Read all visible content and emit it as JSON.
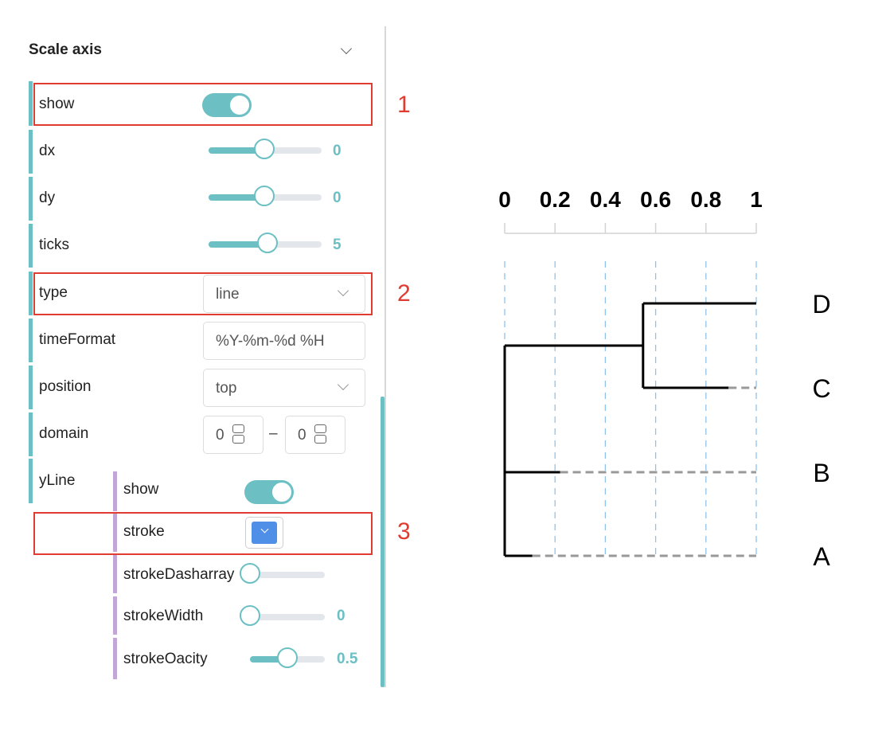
{
  "panel": {
    "section_title": "Scale axis",
    "rows": {
      "show": {
        "label": "show",
        "on": true
      },
      "dx": {
        "label": "dx",
        "value": "0",
        "level": 0.5
      },
      "dy": {
        "label": "dy",
        "value": "0",
        "level": 0.5
      },
      "ticks": {
        "label": "ticks",
        "value": "5",
        "level": 0.5
      },
      "type": {
        "label": "type",
        "selected": "line"
      },
      "timeFormat": {
        "label": "timeFormat",
        "value": "%Y-%m-%d %H"
      },
      "position": {
        "label": "position",
        "selected": "top"
      },
      "domain": {
        "label": "domain",
        "min": "0",
        "max": "0",
        "separator": "–"
      },
      "yLine": {
        "label": "yLine",
        "show": {
          "label": "show",
          "on": true
        },
        "stroke": {
          "label": "stroke",
          "color": "#4f8fe8"
        },
        "strokeDasharray": {
          "label": "strokeDasharray",
          "level": 0.0
        },
        "strokeWidth": {
          "label": "strokeWidth",
          "value": "0",
          "level": 0.0
        },
        "strokeOacity": {
          "label": "strokeOacity",
          "value": "0.5",
          "level": 0.5
        }
      }
    },
    "annotations": [
      "1",
      "2",
      "3"
    ]
  },
  "colors": {
    "accent": "#6cc0c4",
    "annotation": "#e03c31",
    "nested_bar": "#c3a6d8",
    "dashed_grid": "#8fc3ea"
  },
  "chart_data": {
    "type": "dendrogram",
    "axis": {
      "position": "top",
      "domain": [
        0,
        1
      ],
      "ticks": [
        "0",
        "0.2",
        "0.4",
        "0.6",
        "0.8",
        "1"
      ]
    },
    "leaves": [
      "D",
      "C",
      "B",
      "A"
    ],
    "merges": [
      {
        "children": [
          "D",
          "C"
        ],
        "height": 0.55
      },
      {
        "children": [
          "B",
          "A"
        ],
        "height": 0.0
      },
      {
        "children": [
          "DC",
          "BA"
        ],
        "height": 0.0
      }
    ],
    "leaf_solid_extent": {
      "D": 1.0,
      "C": 0.89,
      "B": 0.22,
      "A": 0.11
    },
    "grid_lines": "dashed"
  }
}
